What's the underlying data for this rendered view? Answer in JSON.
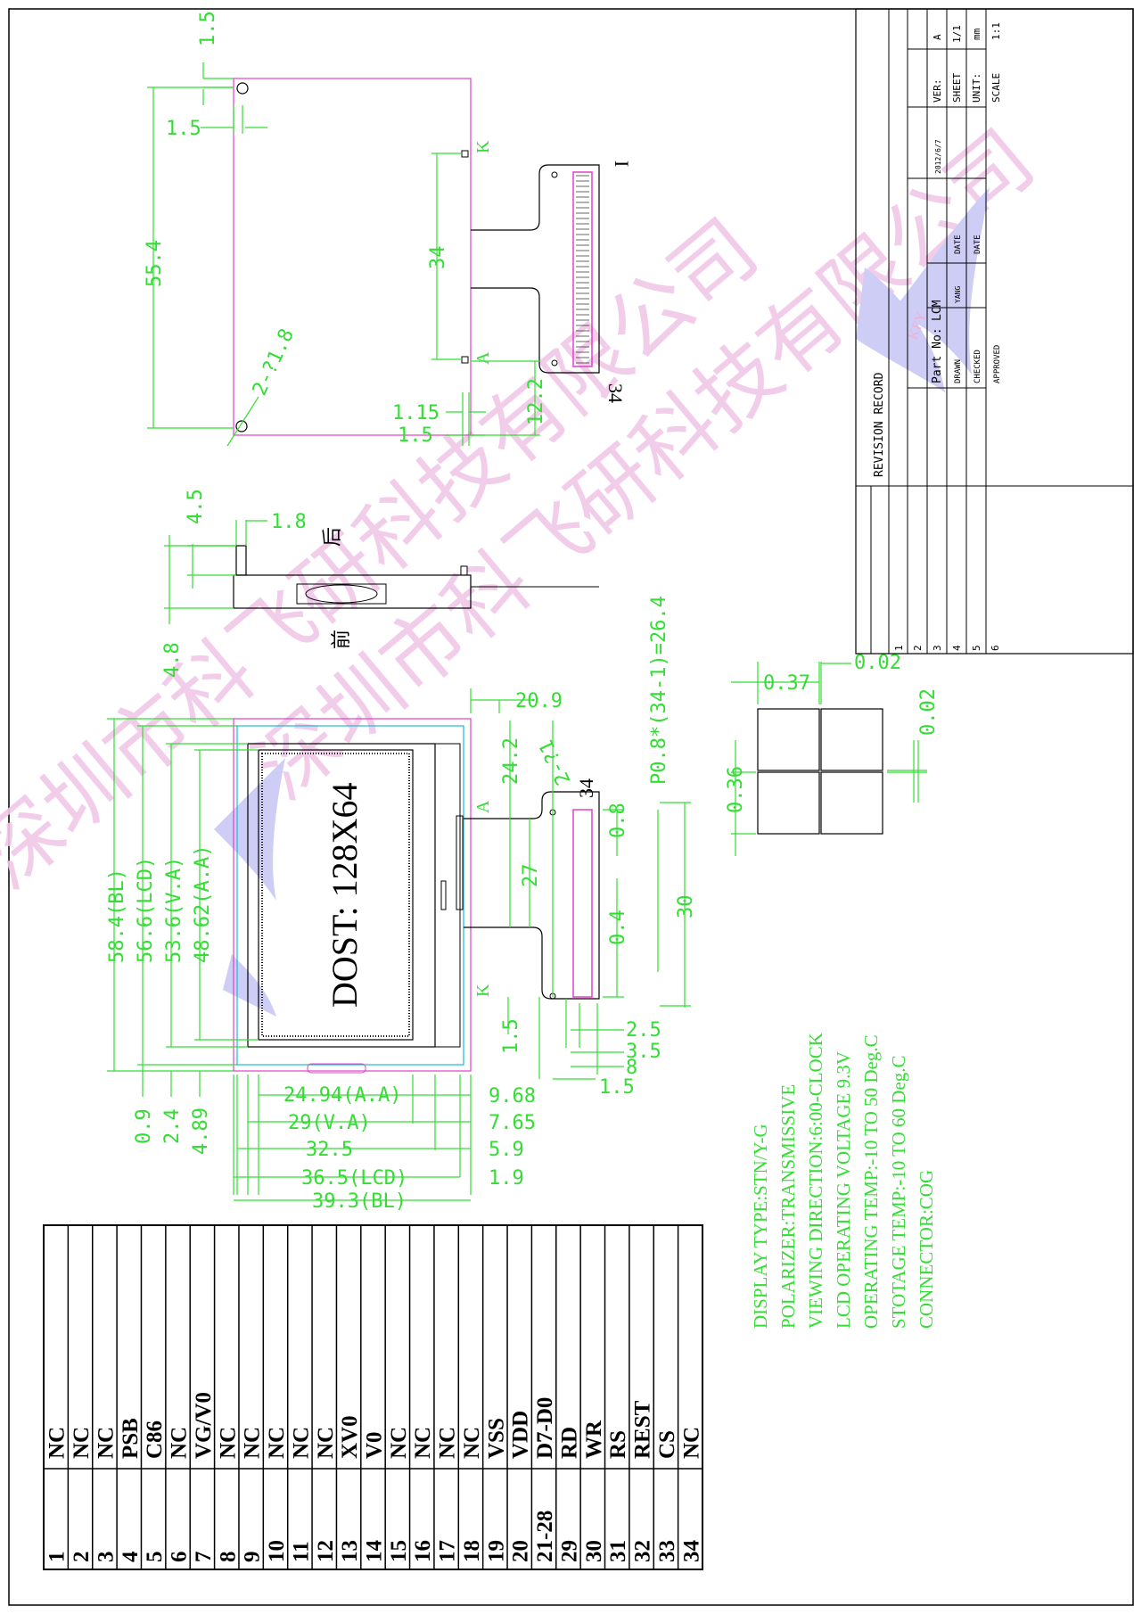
{
  "drawing": {
    "display_label": "DOST: 128X64",
    "connector_label_1": "I",
    "connector_label_34": "34",
    "label_k": "K",
    "label_a": "A",
    "front_label": "前",
    "back_label": "后",
    "dims_top": {
      "d1": "1.5",
      "d2": "1.5",
      "d3": "55.4",
      "d4": "34",
      "d5": "2-?1.8",
      "d6": "1.15",
      "d7": "1.5",
      "d8": "12.2"
    },
    "dims_side": {
      "d1": "4.5",
      "d2": "1.8",
      "d3": "4.8"
    },
    "dims_front": {
      "bl_h": "58.4(BL)",
      "lcd_h": "56.6(LCD)",
      "va_h": "53.6(V.A)",
      "aa_h": "48.62(A.A)",
      "left_09": "0.9",
      "left_24": "2.4",
      "left_489": "4.89",
      "aa_w": "24.94(A.A)",
      "va_w": "29(V.A)",
      "w325": "32.5",
      "lcd_w": "36.5(LCD)",
      "bl_w": "39.3(BL)",
      "r968": "9.68",
      "r765": "7.65",
      "r59": "5.9",
      "r19": "1.9",
      "t209": "20.9",
      "t242": "24.2",
      "t27": "27",
      "t2phi": "2-?1",
      "pitch": "P0.8*(34-1)=26.4",
      "t08": "0.8",
      "t04": "0.4",
      "t30": "30",
      "t15a": "1.5",
      "t25": "2.5",
      "t35": "3.5",
      "t8": "8",
      "t15b": "1.5"
    },
    "dims_pixel": {
      "d1": "0.02",
      "d2": "0.37",
      "d3": "0.02",
      "d4": "0.36"
    }
  },
  "specs": [
    "DISPLAY TYPE:STN/Y-G",
    "POLARIZER:TRANSMISSIVE",
    "VIEWING DIRECTION:6:00-CLOCK",
    "LCD OPERATING VOLTAGE 9.3V",
    "OPERATING TEMP:-10 TO 50 Deg.C",
    "STOTAGE TEMP:-10 TO 60 Deg.C",
    "CONNECTOR:COG"
  ],
  "pins": [
    {
      "no": "1",
      "name": "NC"
    },
    {
      "no": "2",
      "name": "NC"
    },
    {
      "no": "3",
      "name": "NC"
    },
    {
      "no": "4",
      "name": "PSB"
    },
    {
      "no": "5",
      "name": "C86"
    },
    {
      "no": "6",
      "name": "NC"
    },
    {
      "no": "7",
      "name": "VG/V0"
    },
    {
      "no": "8",
      "name": "NC"
    },
    {
      "no": "9",
      "name": "NC"
    },
    {
      "no": "10",
      "name": "NC"
    },
    {
      "no": "11",
      "name": "NC"
    },
    {
      "no": "12",
      "name": "NC"
    },
    {
      "no": "13",
      "name": "XV0"
    },
    {
      "no": "14",
      "name": "V0"
    },
    {
      "no": "15",
      "name": "NC"
    },
    {
      "no": "16",
      "name": "NC"
    },
    {
      "no": "17",
      "name": "NC"
    },
    {
      "no": "18",
      "name": "NC"
    },
    {
      "no": "19",
      "name": "VSS"
    },
    {
      "no": "20",
      "name": "VDD"
    },
    {
      "no": "21-28",
      "name": "D7-D0"
    },
    {
      "no": "29",
      "name": "RD"
    },
    {
      "no": "30",
      "name": "WR"
    },
    {
      "no": "31",
      "name": "RS"
    },
    {
      "no": "32",
      "name": "REST"
    },
    {
      "no": "33",
      "name": "CS"
    },
    {
      "no": "34",
      "name": "NC"
    }
  ],
  "title_block": {
    "revision_record": "REVISION RECORD",
    "rev_rows": [
      "1",
      "2",
      "3",
      "4",
      "5",
      "6"
    ],
    "part_no_label": "Part No:",
    "part_no": "LCM",
    "drawn": "DRAWN",
    "drawn_by": "YANG",
    "checked": "CHECKED",
    "approved": "APPROVED",
    "date_label_1": "DATE",
    "date_value": "2012/6/7",
    "date_label_2": "DATE",
    "ver_label": "VER:",
    "ver": "A",
    "sheet_label": "SHEET",
    "sheet": "1/1",
    "unit_label": "UNIT:",
    "unit": "mm",
    "scale_label": "SCALE",
    "scale": "1:1"
  },
  "watermark": {
    "line_upper": "深圳市科飞研科技有限公司",
    "line_lower": "深圳市科飞研科技有限公司",
    "logo_text": "KFY"
  },
  "colors": {
    "dimension": "#33dd33",
    "outline_magenta": "#e040c8",
    "outline_cyan": "#22b8d8",
    "watermark_pink": "#f0c8e8",
    "watermark_blue": "#c8c8f4"
  }
}
